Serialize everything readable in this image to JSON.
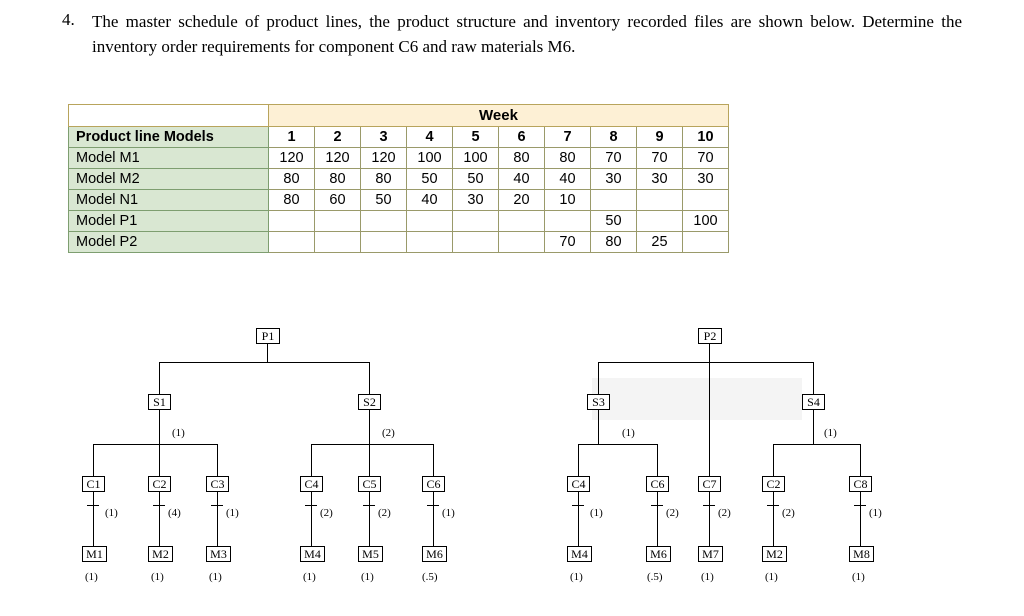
{
  "question": {
    "number": "4.",
    "text": "The master schedule of product lines, the product structure and inventory recorded files are shown below. Determine the inventory order requirements for component C6 and raw materials M6."
  },
  "table": {
    "week_header": "Week",
    "row_header": "Product line Models",
    "week_numbers": [
      "1",
      "2",
      "3",
      "4",
      "5",
      "6",
      "7",
      "8",
      "9",
      "10"
    ],
    "rows": [
      {
        "label": "Model M1",
        "values": [
          "120",
          "120",
          "120",
          "100",
          "100",
          "80",
          "80",
          "70",
          "70",
          "70"
        ]
      },
      {
        "label": "Model M2",
        "values": [
          "80",
          "80",
          "80",
          "50",
          "50",
          "40",
          "40",
          "30",
          "30",
          "30"
        ]
      },
      {
        "label": "Model N1",
        "values": [
          "80",
          "60",
          "50",
          "40",
          "30",
          "20",
          "10",
          "",
          "",
          ""
        ]
      },
      {
        "label": "Model P1",
        "values": [
          "",
          "",
          "",
          "",
          "",
          "",
          "",
          "50",
          "",
          "100"
        ]
      },
      {
        "label": "Model P2",
        "values": [
          "",
          "",
          "",
          "",
          "",
          "",
          "70",
          "80",
          "25",
          ""
        ]
      }
    ]
  },
  "bom_left": {
    "root": "P1",
    "level1": [
      {
        "label": "S1",
        "qty": "(1)"
      },
      {
        "label": "S2",
        "qty": "(2)"
      }
    ],
    "level2": [
      {
        "label": "C1",
        "qty": "(1)"
      },
      {
        "label": "C2",
        "qty": "(4)"
      },
      {
        "label": "C3",
        "qty": "(1)"
      },
      {
        "label": "C4",
        "qty": "(2)"
      },
      {
        "label": "C5",
        "qty": "(2)"
      },
      {
        "label": "C6",
        "qty": "(1)"
      }
    ],
    "level3": [
      {
        "label": "M1",
        "qty": "(1)"
      },
      {
        "label": "M2",
        "qty": "(1)"
      },
      {
        "label": "M3",
        "qty": "(1)"
      },
      {
        "label": "M4",
        "qty": "(1)"
      },
      {
        "label": "M5",
        "qty": "(1)"
      },
      {
        "label": "M6",
        "qty": "(.5)"
      }
    ]
  },
  "bom_right": {
    "root": "P2",
    "level1": [
      {
        "label": "S3",
        "qty": "(1)"
      },
      {
        "label": "S4",
        "qty": "(1)"
      }
    ],
    "level2": [
      {
        "label": "C4",
        "qty": "(1)"
      },
      {
        "label": "C6",
        "qty": "(2)"
      },
      {
        "label": "C7",
        "qty": "(2)"
      },
      {
        "label": "C2",
        "qty": "(2)"
      },
      {
        "label": "C8",
        "qty": "(1)"
      }
    ],
    "level3": [
      {
        "label": "M4",
        "qty": "(1)"
      },
      {
        "label": "M6",
        "qty": "(.5)"
      },
      {
        "label": "M7",
        "qty": "(1)"
      },
      {
        "label": "M2",
        "qty": "(1)"
      },
      {
        "label": "M8",
        "qty": "(1)"
      }
    ]
  }
}
